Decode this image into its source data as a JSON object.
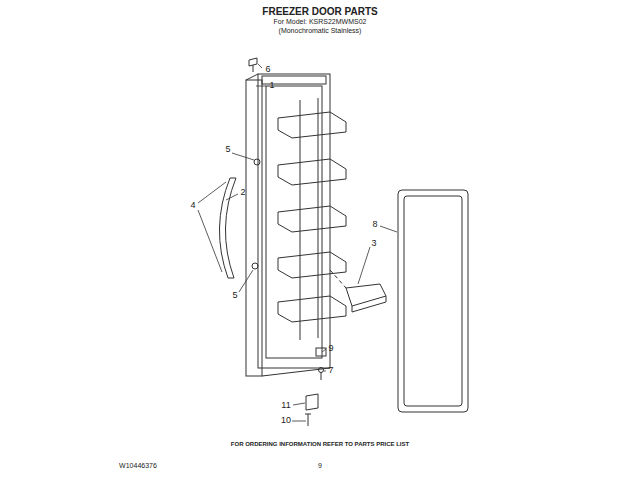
{
  "diagram": {
    "title": "FREEZER DOOR PARTS",
    "labels": [
      "For Model: KSRS22MWMS02",
      "(Monochromatic Stainless)",
      "6",
      "1",
      "5",
      "2",
      "4",
      "3",
      "5",
      "8",
      "9",
      "7",
      "11",
      "10",
      "FOR ORDERING INFORMATION REFER TO PARTS PRICE LIST",
      "W10446376",
      "9"
    ]
  }
}
